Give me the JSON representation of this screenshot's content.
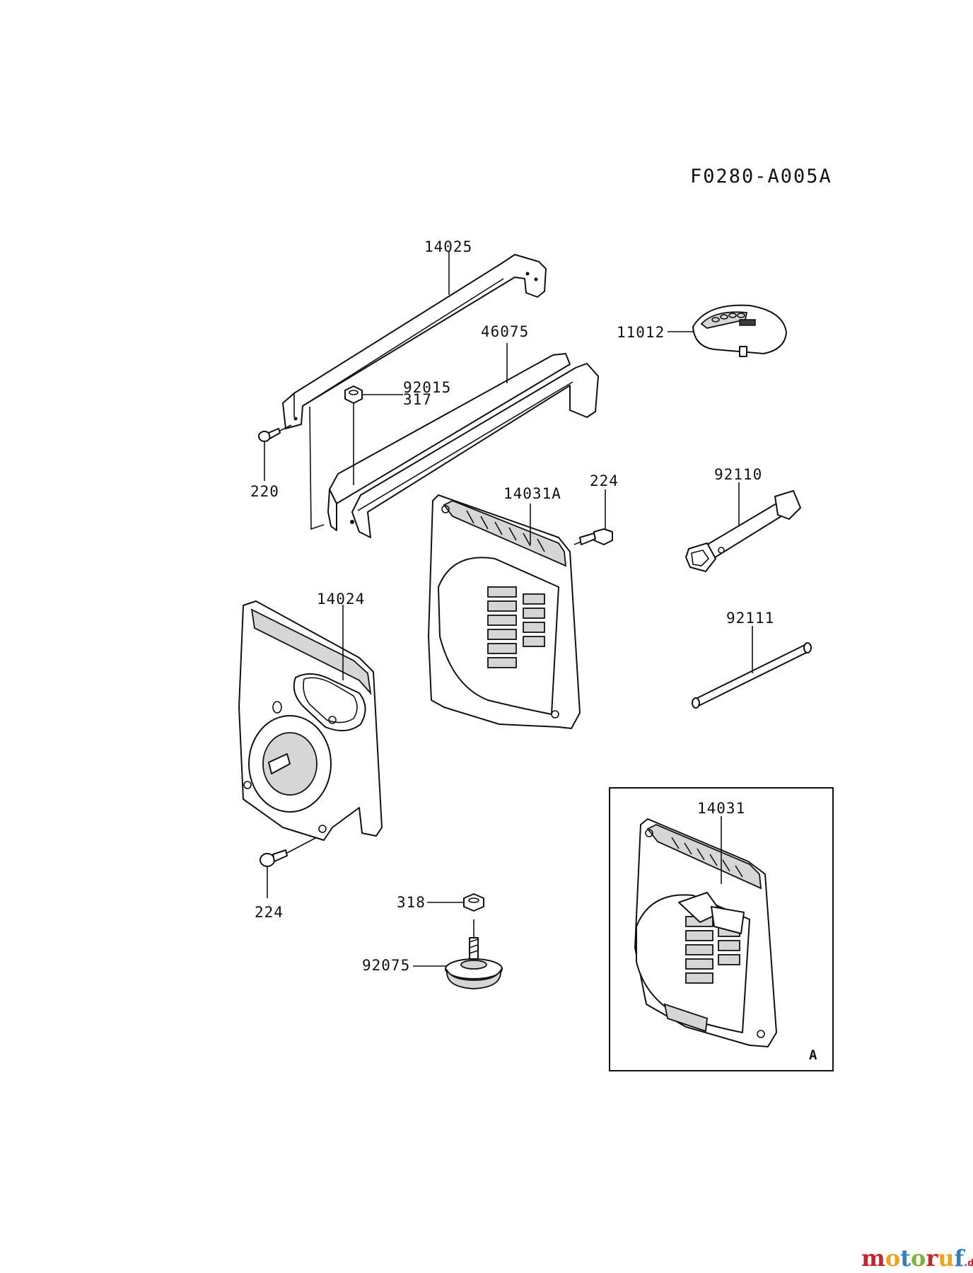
{
  "diagram": {
    "code": "F0280-A005A",
    "inset_label": "A",
    "labels": {
      "p14025": "14025",
      "p46075": "46075",
      "p92015": "92015",
      "p317": "317",
      "p220": "220",
      "p11012": "11012",
      "p14031A": "14031A",
      "p224a": "224",
      "p92110": "92110",
      "p14024": "14024",
      "p92111": "92111",
      "p224b": "224",
      "p14031": "14031",
      "p318": "318",
      "p92075": "92075"
    }
  },
  "watermark": {
    "letters": [
      "m",
      "o",
      "t",
      "o",
      "r",
      "u",
      "f"
    ],
    "colors": [
      "#c6242b",
      "#f0a11e",
      "#2f7fc1",
      "#7ab536",
      "#c6242b",
      "#f0a11e",
      "#2f7fc1"
    ],
    "suffix": ".de"
  }
}
